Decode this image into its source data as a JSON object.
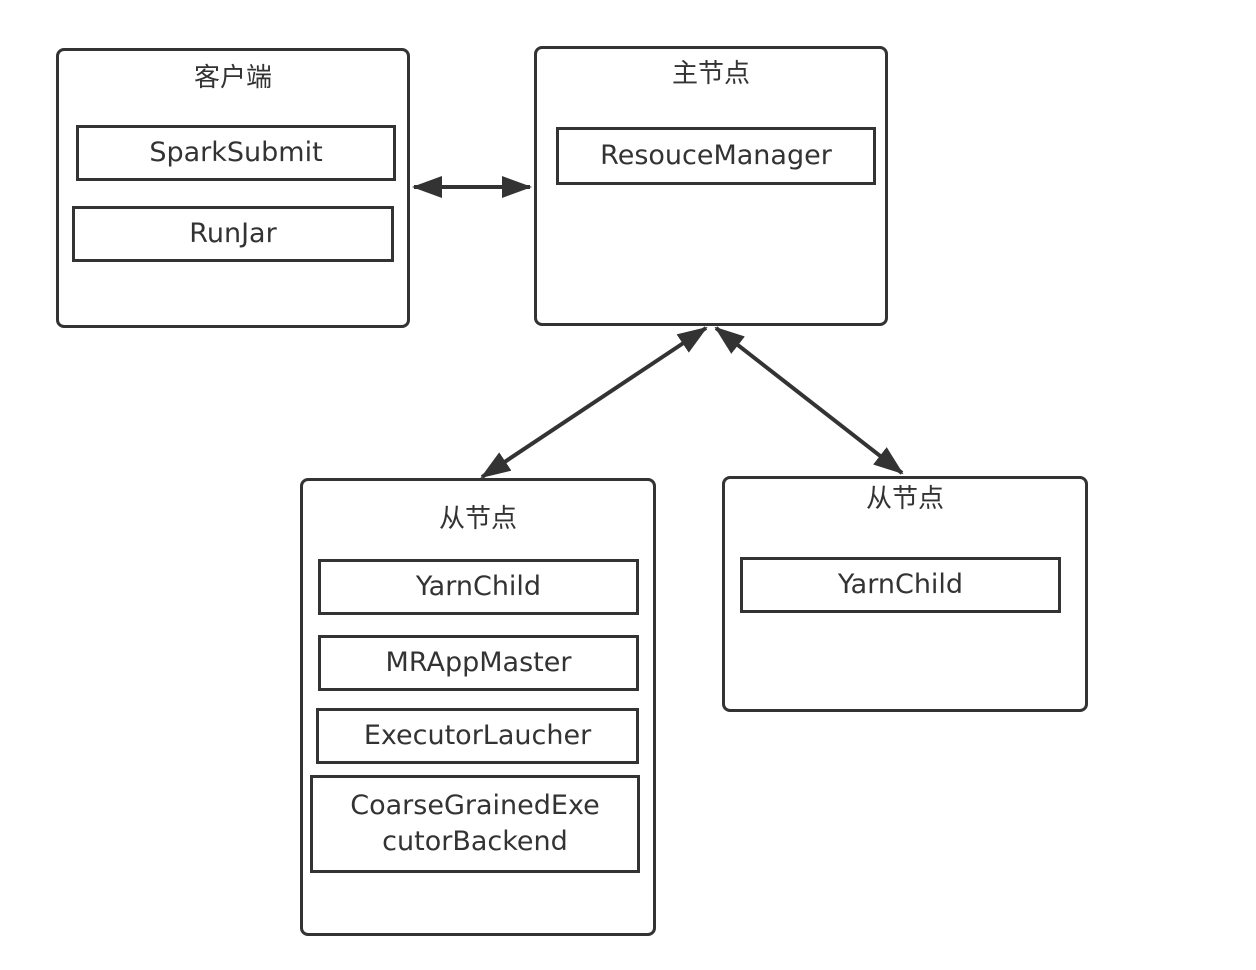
{
  "client": {
    "title": "客户端",
    "processes": [
      "SparkSubmit",
      "RunJar"
    ]
  },
  "master": {
    "title": "主节点",
    "processes": [
      "ResouceManager"
    ]
  },
  "slave1": {
    "title": "从节点",
    "processes": [
      "YarnChild",
      "MRAppMaster",
      "ExecutorLaucher",
      "CoarseGrainedExe\ncutorBackend"
    ]
  },
  "slave2": {
    "title": "从节点",
    "processes": [
      "YarnChild"
    ]
  },
  "connectors": [
    {
      "from": "client",
      "to": "master",
      "style": "bidirectional-arrow"
    },
    {
      "from": "master",
      "to": "slave1",
      "style": "bidirectional-arrow"
    },
    {
      "from": "master",
      "to": "slave2",
      "style": "bidirectional-arrow"
    }
  ],
  "colors": {
    "stroke": "#333333",
    "text": "#333333",
    "background": "#ffffff"
  }
}
